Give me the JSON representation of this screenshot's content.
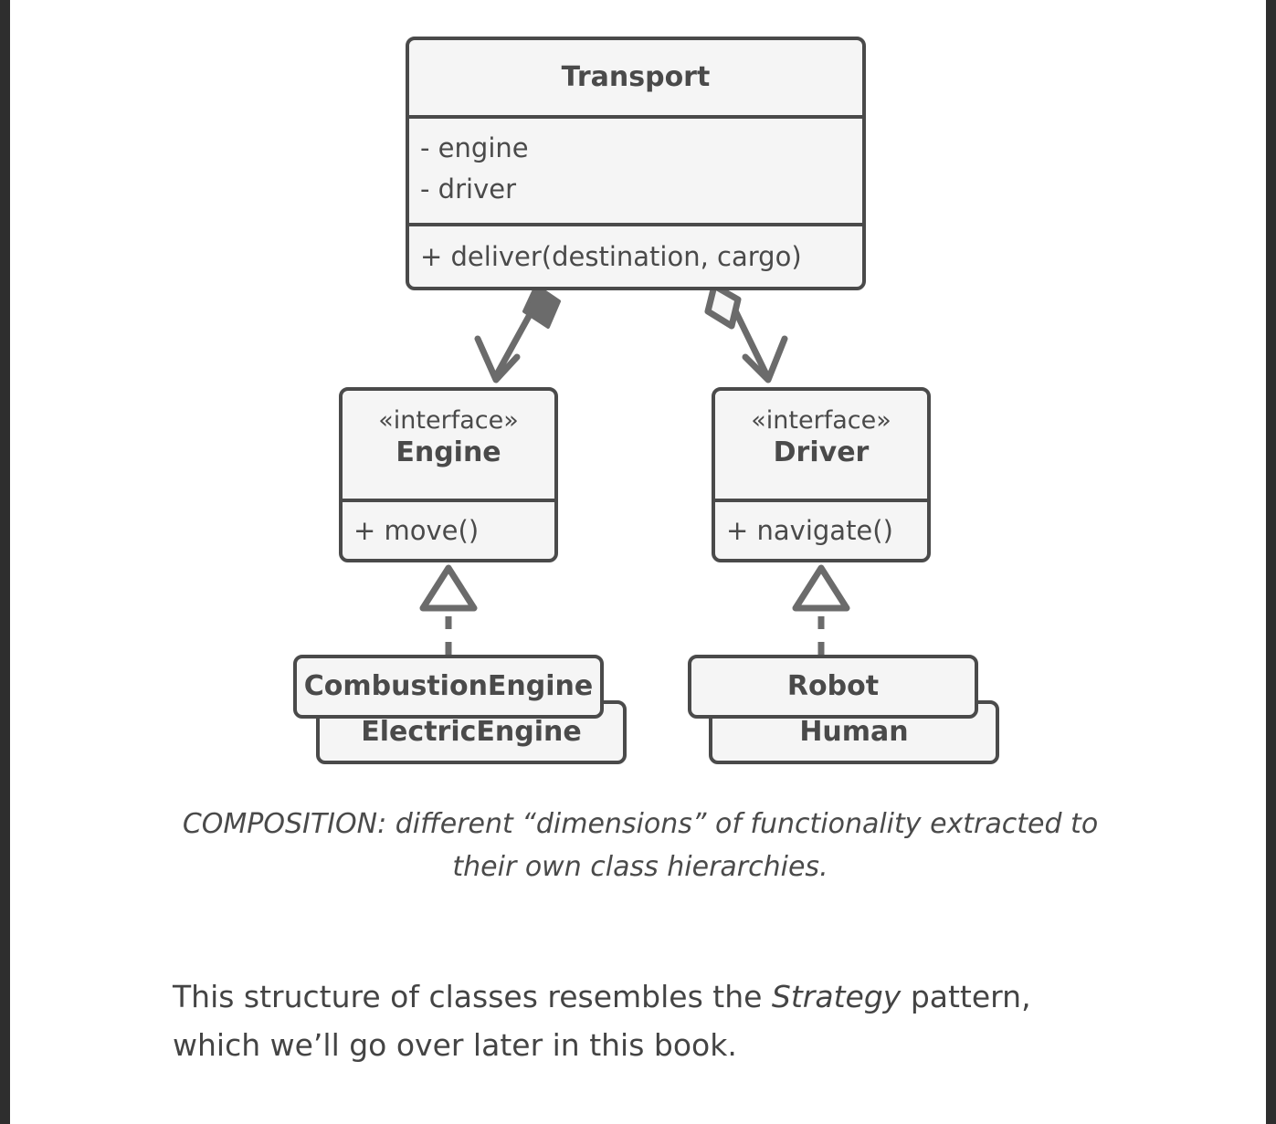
{
  "diagram": {
    "type": "uml-class-diagram",
    "colors": {
      "box_fill": "#f5f5f5",
      "stroke": "#4a4a4a",
      "text": "#4a4a4a",
      "body_text": "#444444",
      "gutter": "#2e2e2e",
      "page_background": "#ffffff"
    },
    "classes": {
      "transport": {
        "name": "Transport",
        "attributes": [
          "- engine",
          "- driver"
        ],
        "operations": [
          "+ deliver(destination, cargo)"
        ]
      },
      "engine": {
        "stereotype": "«interface»",
        "name": "Engine",
        "operations": [
          "+ move()"
        ]
      },
      "driver": {
        "stereotype": "«interface»",
        "name": "Driver",
        "operations": [
          "+ navigate()"
        ]
      },
      "combustion_engine": {
        "name": "CombustionEngine"
      },
      "electric_engine": {
        "name": "ElectricEngine"
      },
      "robot": {
        "name": "Robot"
      },
      "human": {
        "name": "Human"
      }
    },
    "relationships": [
      {
        "from": "Transport",
        "to": "Engine",
        "type": "composition",
        "marker": "filled-diamond"
      },
      {
        "from": "Transport",
        "to": "Driver",
        "type": "aggregation",
        "marker": "hollow-diamond"
      },
      {
        "from": "CombustionEngine",
        "to": "Engine",
        "type": "realization",
        "marker": "hollow-triangle-dashed"
      },
      {
        "from": "Robot",
        "to": "Driver",
        "type": "realization",
        "marker": "hollow-triangle-dashed"
      }
    ]
  },
  "caption": {
    "text": "COMPOSITION: different “dimensions” of functionality extracted to their own class hierarchies."
  },
  "body": {
    "paragraph_part1": "This structure of classes resembles the ",
    "paragraph_emphasis": "Strategy",
    "paragraph_part2": " pattern, which we’ll go over later in this book."
  }
}
